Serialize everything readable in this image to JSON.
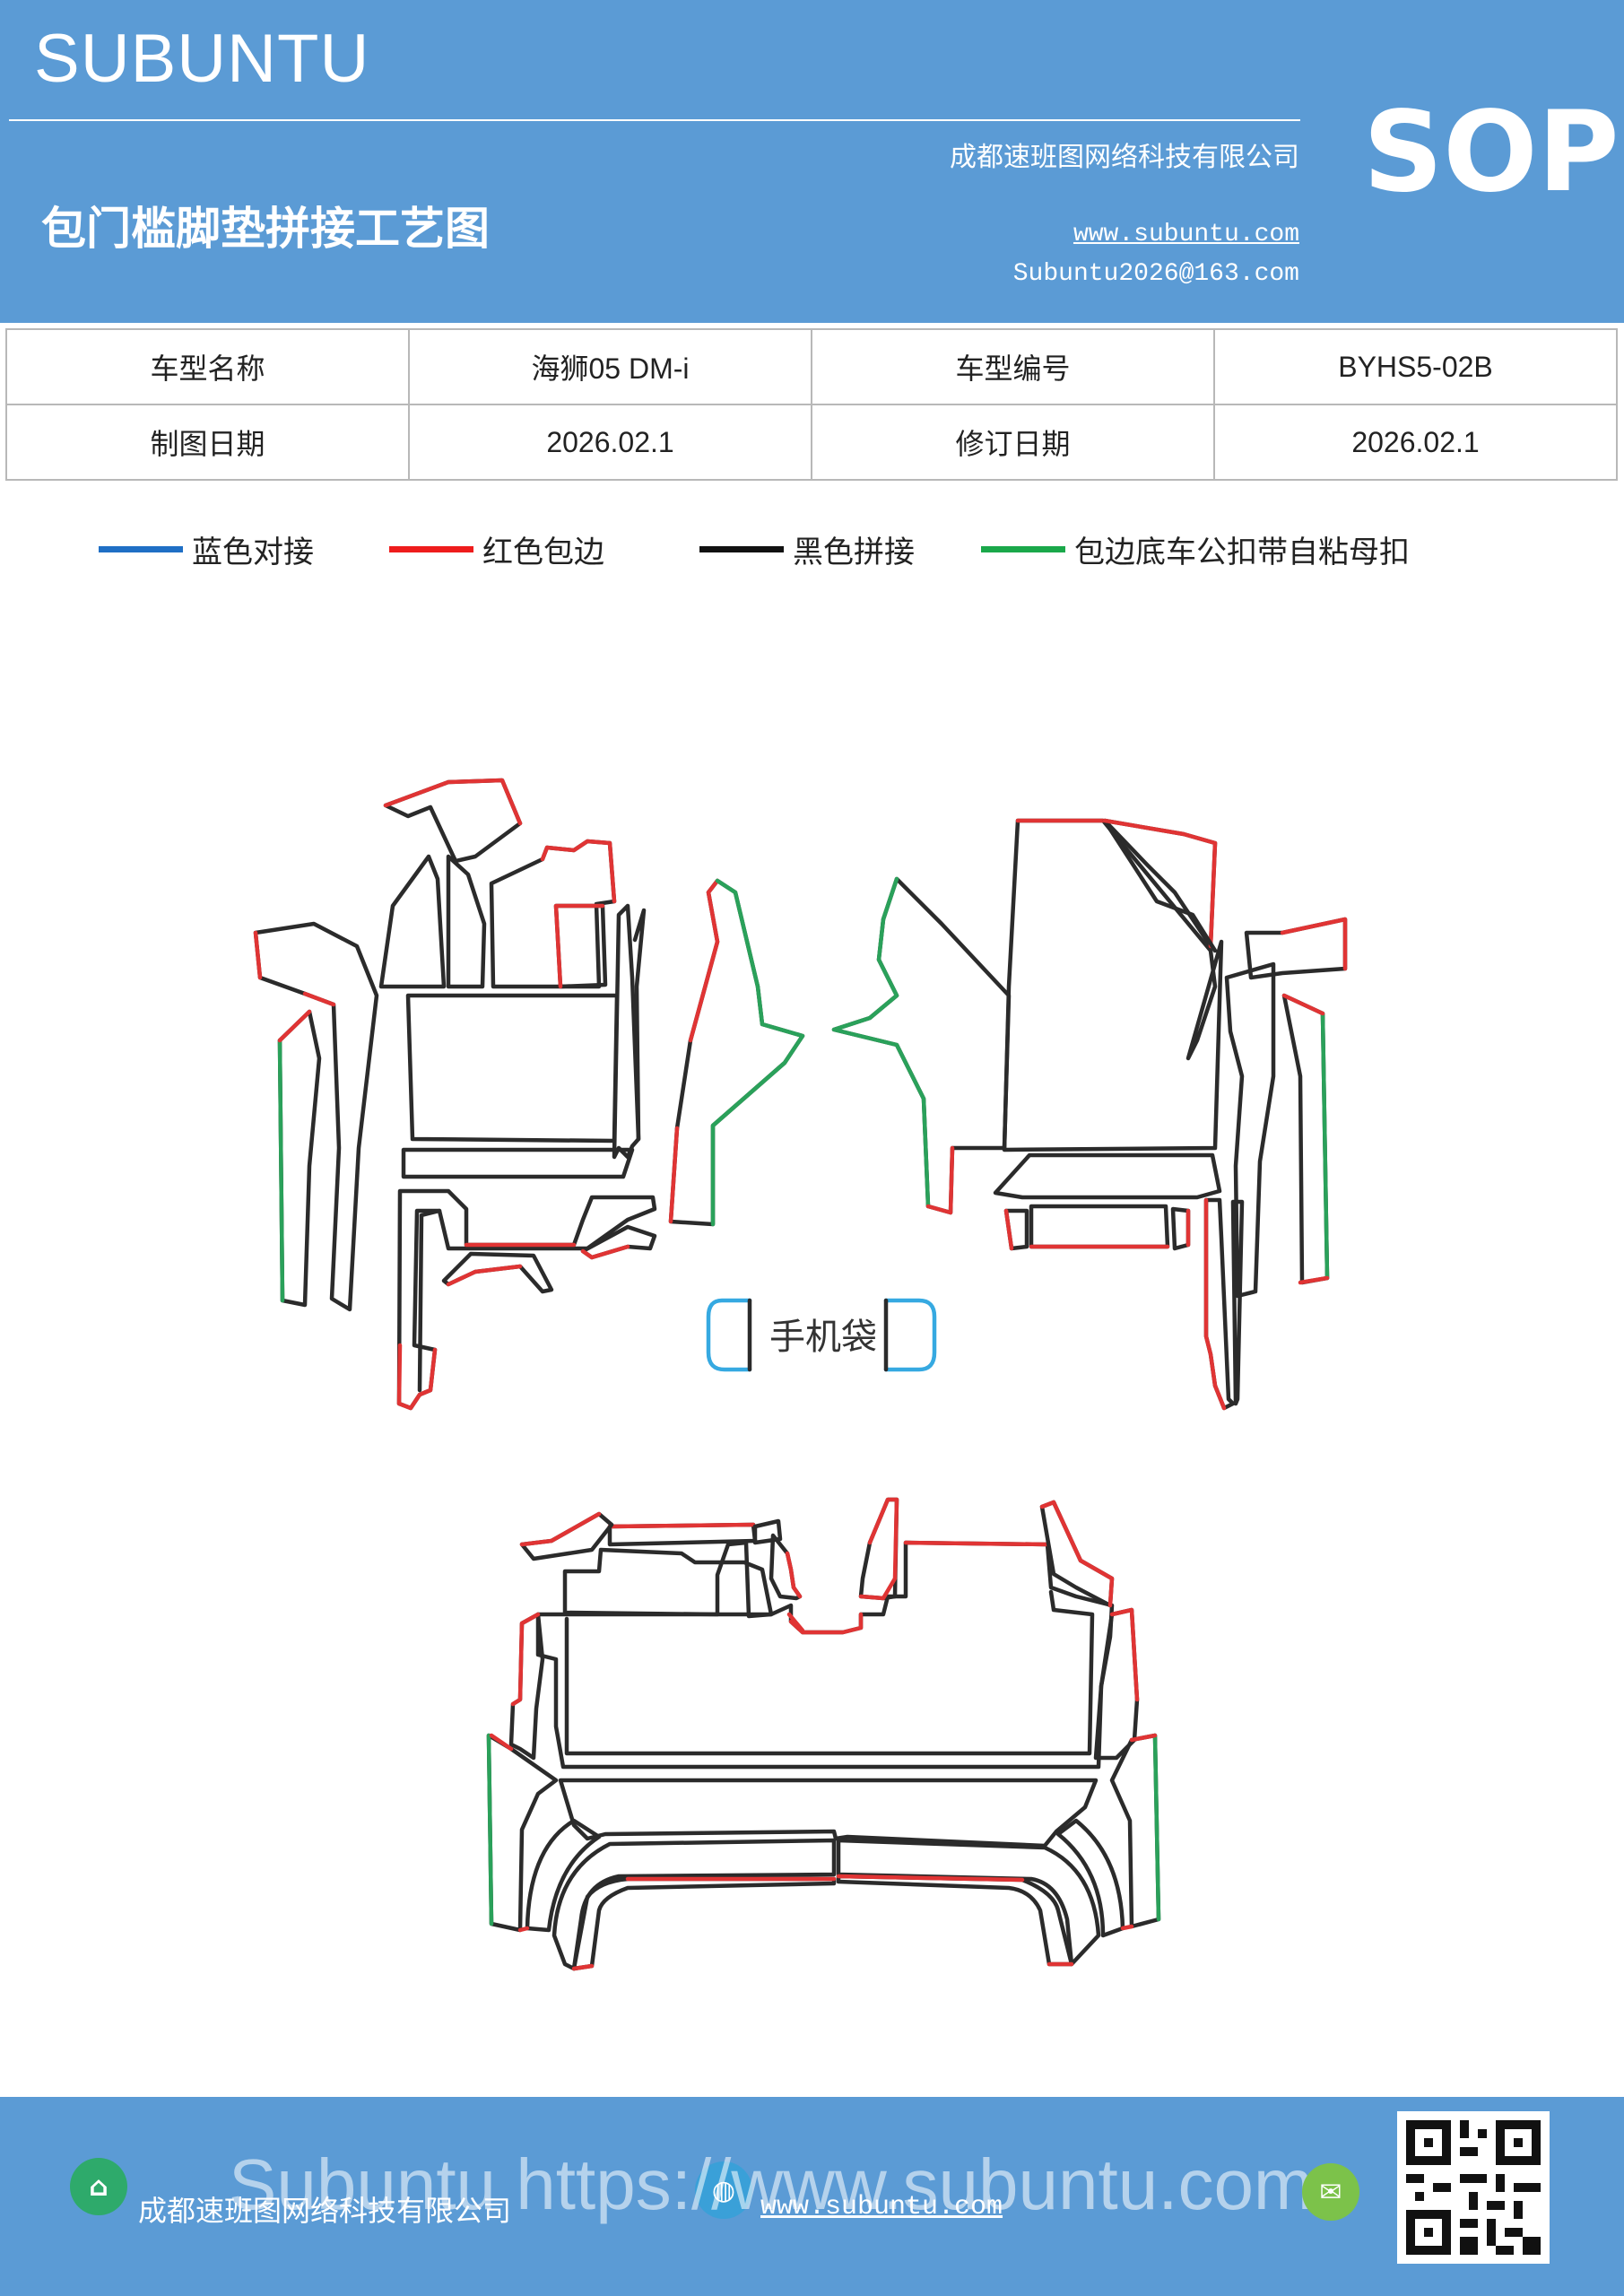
{
  "header": {
    "brand": "SUBUNTU",
    "company": "成都速班图网络科技有限公司",
    "sop": "SOP",
    "title": "包门槛脚垫拼接工艺图",
    "website": "www.subuntu.com",
    "email": "Subuntu2026@163.com"
  },
  "info_table": {
    "rows": [
      {
        "label1": "车型名称",
        "value1": "海狮05  DM-i",
        "label2": "车型编号",
        "value2": "BYHS5-02B"
      },
      {
        "label1": "制图日期",
        "value1": "2026.02.1",
        "label2": "修订日期",
        "value2": "2026.02.1"
      }
    ]
  },
  "legend": [
    {
      "label": "蓝色对接",
      "color": "#1f6fc5"
    },
    {
      "label": "红色包边",
      "color": "#ee1c1c"
    },
    {
      "label": "黑色拼接",
      "color": "#111111"
    },
    {
      "label": "包边底车公扣带自粘母扣",
      "color": "#1aa84a"
    }
  ],
  "diagram": {
    "phone_bag_label": "手机袋",
    "colors": {
      "black": "#2b2b2b",
      "red": "#e03434",
      "green": "#2aa15a",
      "blue": "#36a9e1"
    }
  },
  "footer": {
    "company": "成都速班图网络科技有限公司",
    "website": "www.subuntu.com",
    "watermark": "Subuntu https://www.subuntu.com"
  }
}
